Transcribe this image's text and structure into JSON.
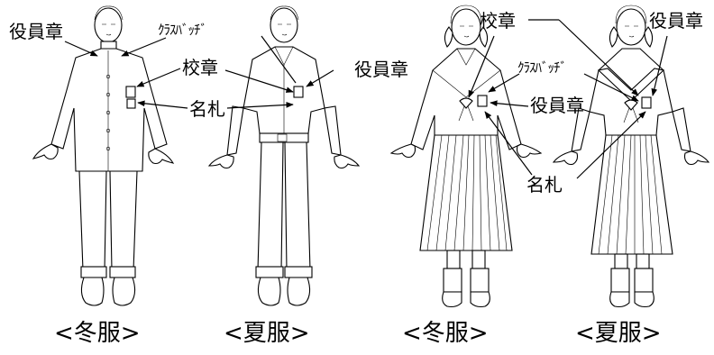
{
  "labels": {
    "officer_badge": "役員章",
    "class_badge": "ｸﾗｽﾊﾞｯﾁﾞ",
    "school_badge": "校章",
    "name_tag": "名札"
  },
  "captions": {
    "boys_winter": "<冬服>",
    "boys_summer": "<夏服>",
    "girls_winter": "<冬服>",
    "girls_summer": "<夏服>"
  }
}
